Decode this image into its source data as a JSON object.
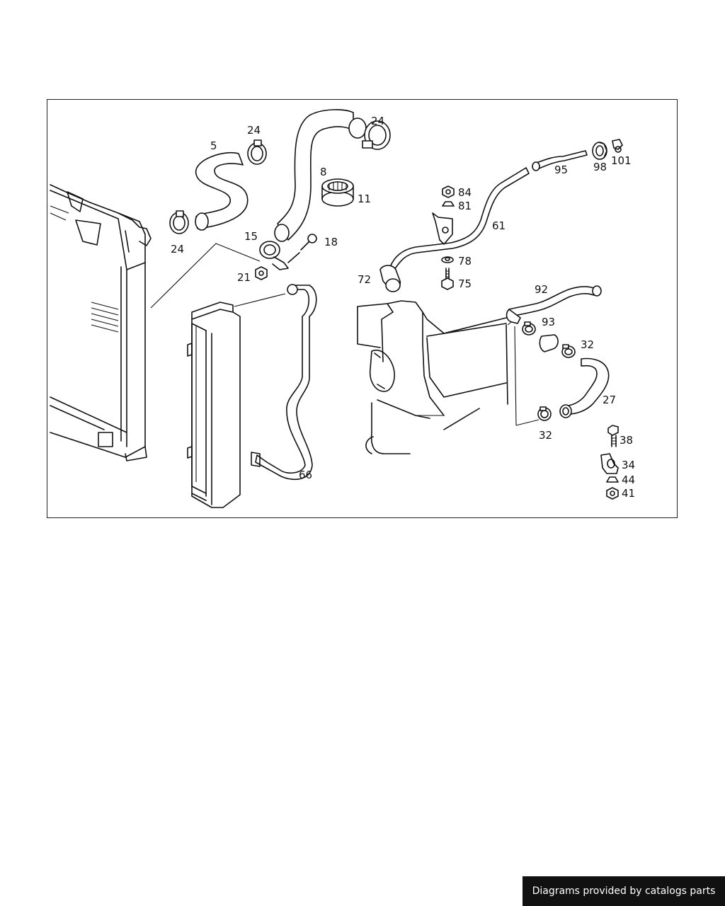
{
  "diagram": {
    "part_labels": [
      {
        "id": "p5",
        "text": "5"
      },
      {
        "id": "p24a",
        "text": "24"
      },
      {
        "id": "p24b",
        "text": "24"
      },
      {
        "id": "p24c",
        "text": "24"
      },
      {
        "id": "p8",
        "text": "8"
      },
      {
        "id": "p11",
        "text": "11"
      },
      {
        "id": "p15",
        "text": "15"
      },
      {
        "id": "p18",
        "text": "18"
      },
      {
        "id": "p21",
        "text": "21"
      },
      {
        "id": "p84",
        "text": "84"
      },
      {
        "id": "p81",
        "text": "81"
      },
      {
        "id": "p61",
        "text": "61"
      },
      {
        "id": "p95",
        "text": "95"
      },
      {
        "id": "p98",
        "text": "98"
      },
      {
        "id": "p101",
        "text": "101"
      },
      {
        "id": "p78",
        "text": "78"
      },
      {
        "id": "p75",
        "text": "75"
      },
      {
        "id": "p72",
        "text": "72"
      },
      {
        "id": "p92",
        "text": "92"
      },
      {
        "id": "p93",
        "text": "93"
      },
      {
        "id": "p32a",
        "text": "32"
      },
      {
        "id": "p32b",
        "text": "32"
      },
      {
        "id": "p27",
        "text": "27"
      },
      {
        "id": "p38",
        "text": "38"
      },
      {
        "id": "p34",
        "text": "34"
      },
      {
        "id": "p44",
        "text": "44"
      },
      {
        "id": "p41",
        "text": "41"
      },
      {
        "id": "p66",
        "text": "66"
      }
    ]
  },
  "footer": {
    "text": "Diagrams provided by catalogs parts"
  }
}
